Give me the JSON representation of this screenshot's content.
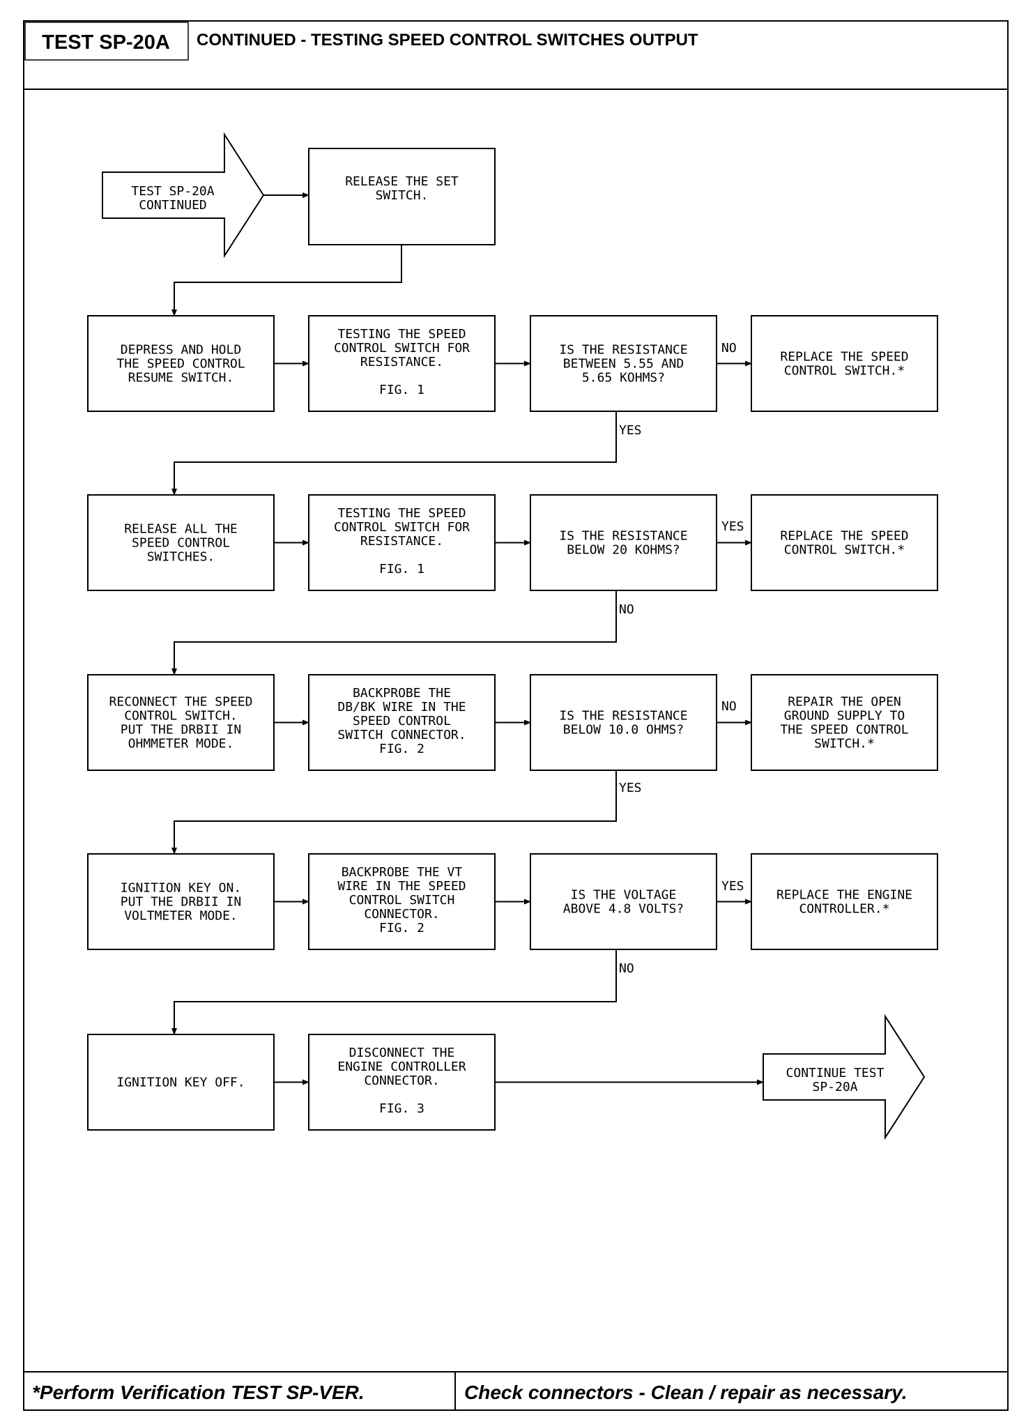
{
  "header": {
    "tag": "TEST SP-20A",
    "title": "CONTINUED - TESTING SPEED CONTROL SWITCHES OUTPUT"
  },
  "footer": {
    "left": "*Perform Verification TEST SP-VER.",
    "right": "Check connectors - Clean / repair as necessary."
  },
  "flowchart": {
    "start": [
      "TEST SP-20A",
      "CONTINUED"
    ],
    "end": [
      "CONTINUE TEST",
      "SP-20A"
    ],
    "nodes": [
      {
        "id": "release-set",
        "lines": [
          "RELEASE THE SET",
          "SWITCH."
        ]
      },
      {
        "id": "depress-resume",
        "lines": [
          "DEPRESS AND HOLD",
          "THE SPEED CONTROL",
          "RESUME SWITCH."
        ]
      },
      {
        "id": "test-resistance-1",
        "lines": [
          "TESTING THE SPEED",
          "CONTROL SWITCH FOR",
          "RESISTANCE.",
          "",
          "FIG. 1"
        ]
      },
      {
        "id": "q-resistance-range",
        "lines": [
          "IS THE RESISTANCE",
          "BETWEEN 5.55 AND",
          "5.65 KOHMS?"
        ]
      },
      {
        "id": "replace-switch-1",
        "lines": [
          "REPLACE THE SPEED",
          "CONTROL SWITCH.*"
        ]
      },
      {
        "id": "release-all",
        "lines": [
          "RELEASE ALL THE",
          "SPEED CONTROL",
          "SWITCHES."
        ]
      },
      {
        "id": "test-resistance-2",
        "lines": [
          "TESTING THE SPEED",
          "CONTROL SWITCH FOR",
          "RESISTANCE.",
          "",
          "FIG. 1"
        ]
      },
      {
        "id": "q-resistance-20k",
        "lines": [
          "IS THE RESISTANCE",
          "BELOW 20 KOHMS?"
        ]
      },
      {
        "id": "replace-switch-2",
        "lines": [
          "REPLACE THE SPEED",
          "CONTROL SWITCH.*"
        ]
      },
      {
        "id": "reconnect-switch",
        "lines": [
          "RECONNECT THE SPEED",
          "CONTROL SWITCH.",
          "PUT THE DRBII IN",
          "OHMMETER MODE."
        ]
      },
      {
        "id": "backprobe-dbbk",
        "lines": [
          "BACKPROBE THE",
          "DB/BK WIRE IN THE",
          "SPEED CONTROL",
          "SWITCH CONNECTOR.",
          "FIG. 2"
        ]
      },
      {
        "id": "q-resistance-10",
        "lines": [
          "IS THE RESISTANCE",
          "BELOW 10.0 OHMS?"
        ]
      },
      {
        "id": "repair-ground",
        "lines": [
          "REPAIR THE OPEN",
          "GROUND SUPPLY TO",
          "THE SPEED CONTROL",
          "SWITCH.*"
        ]
      },
      {
        "id": "ignition-on",
        "lines": [
          "IGNITION KEY ON.",
          "PUT THE DRBII IN",
          "VOLTMETER MODE."
        ]
      },
      {
        "id": "backprobe-vt",
        "lines": [
          "BACKPROBE THE VT",
          "WIRE IN THE SPEED",
          "CONTROL SWITCH",
          "CONNECTOR.",
          "FIG. 2"
        ]
      },
      {
        "id": "q-voltage",
        "lines": [
          "IS THE VOLTAGE",
          "ABOVE 4.8 VOLTS?"
        ]
      },
      {
        "id": "replace-controller",
        "lines": [
          "REPLACE THE ENGINE",
          "CONTROLLER.*"
        ]
      },
      {
        "id": "ignition-off",
        "lines": [
          "IGNITION KEY OFF."
        ]
      },
      {
        "id": "disconnect-controller",
        "lines": [
          "DISCONNECT THE",
          "ENGINE CONTROLLER",
          "CONNECTOR.",
          "",
          "FIG. 3"
        ]
      }
    ],
    "edge_labels": {
      "q1_no": "NO",
      "q1_yes": "YES",
      "q2_yes": "YES",
      "q2_no": "NO",
      "q3_no": "NO",
      "q3_yes": "YES",
      "q4_yes": "YES",
      "q4_no": "NO"
    }
  }
}
